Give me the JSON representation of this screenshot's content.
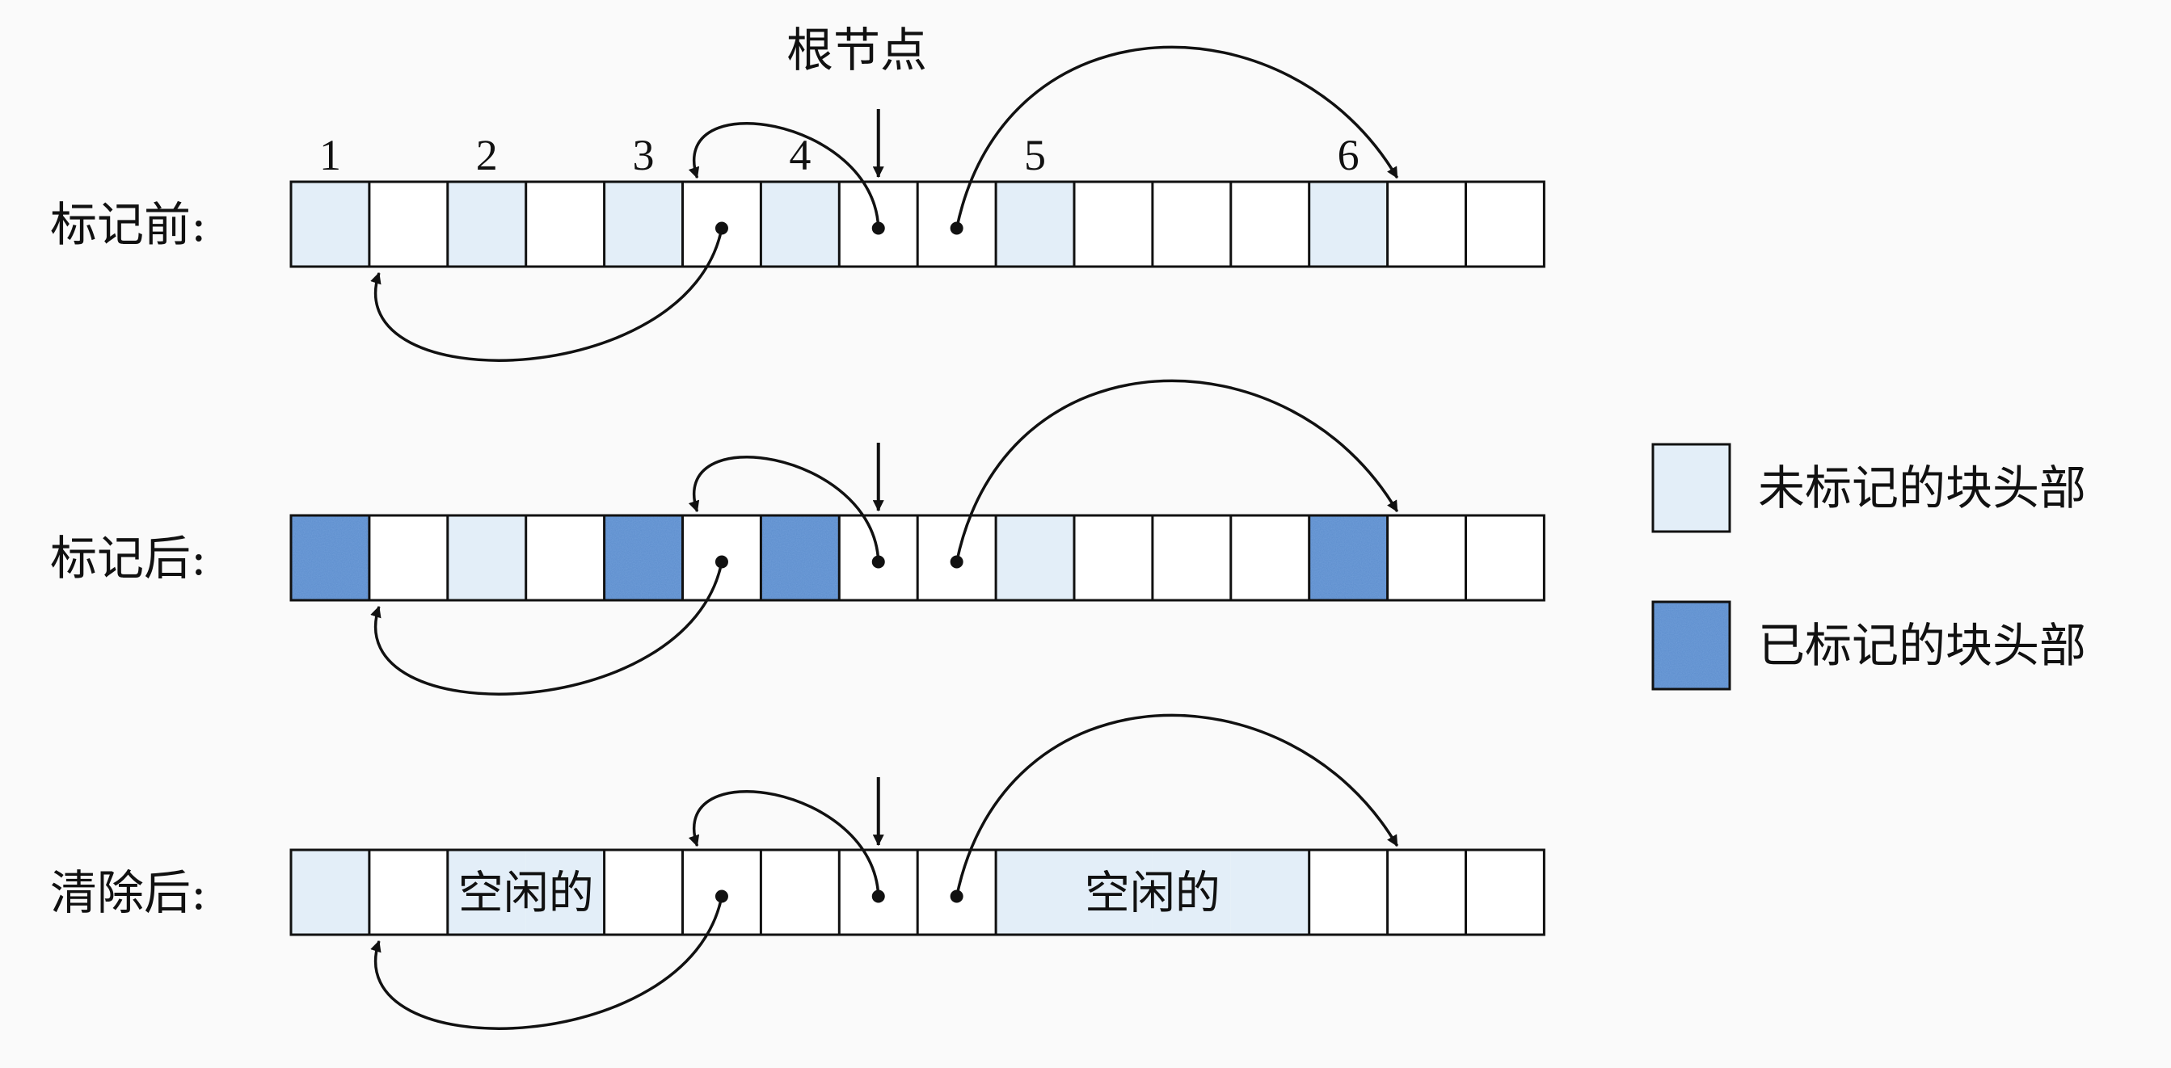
{
  "root_label": "根节点",
  "block_numbers": [
    "1",
    "2",
    "3",
    "4",
    "5",
    "6"
  ],
  "rows": [
    {
      "label": "标记前:",
      "cells": [
        "u",
        "w",
        "u",
        "w",
        "u",
        "w",
        "u",
        "w",
        "w",
        "u",
        "w",
        "w",
        "w",
        "u",
        "w",
        "w"
      ],
      "free_labels": []
    },
    {
      "label": "标记后:",
      "cells": [
        "m",
        "w",
        "u",
        "w",
        "m",
        "w",
        "m",
        "w",
        "w",
        "u",
        "w",
        "w",
        "w",
        "m",
        "w",
        "w"
      ],
      "free_labels": []
    },
    {
      "label": "清除后:",
      "cells": [
        "u",
        "w",
        "f",
        "f",
        "w",
        "w",
        "w",
        "w",
        "w",
        "f",
        "f",
        "f",
        "f",
        "w",
        "w",
        "w"
      ],
      "free_labels": [
        {
          "from": 2,
          "to": 3,
          "text": "空闲的"
        },
        {
          "from": 9,
          "to": 12,
          "text": "空闲的"
        }
      ]
    }
  ],
  "legend": {
    "unmarked": "未标记的块头部",
    "marked": "已标记的块头部"
  },
  "colors": {
    "unmarked": "#e3eef8",
    "marked": "#5b8ccc",
    "white": "#ffffff",
    "stroke": "#111111"
  }
}
